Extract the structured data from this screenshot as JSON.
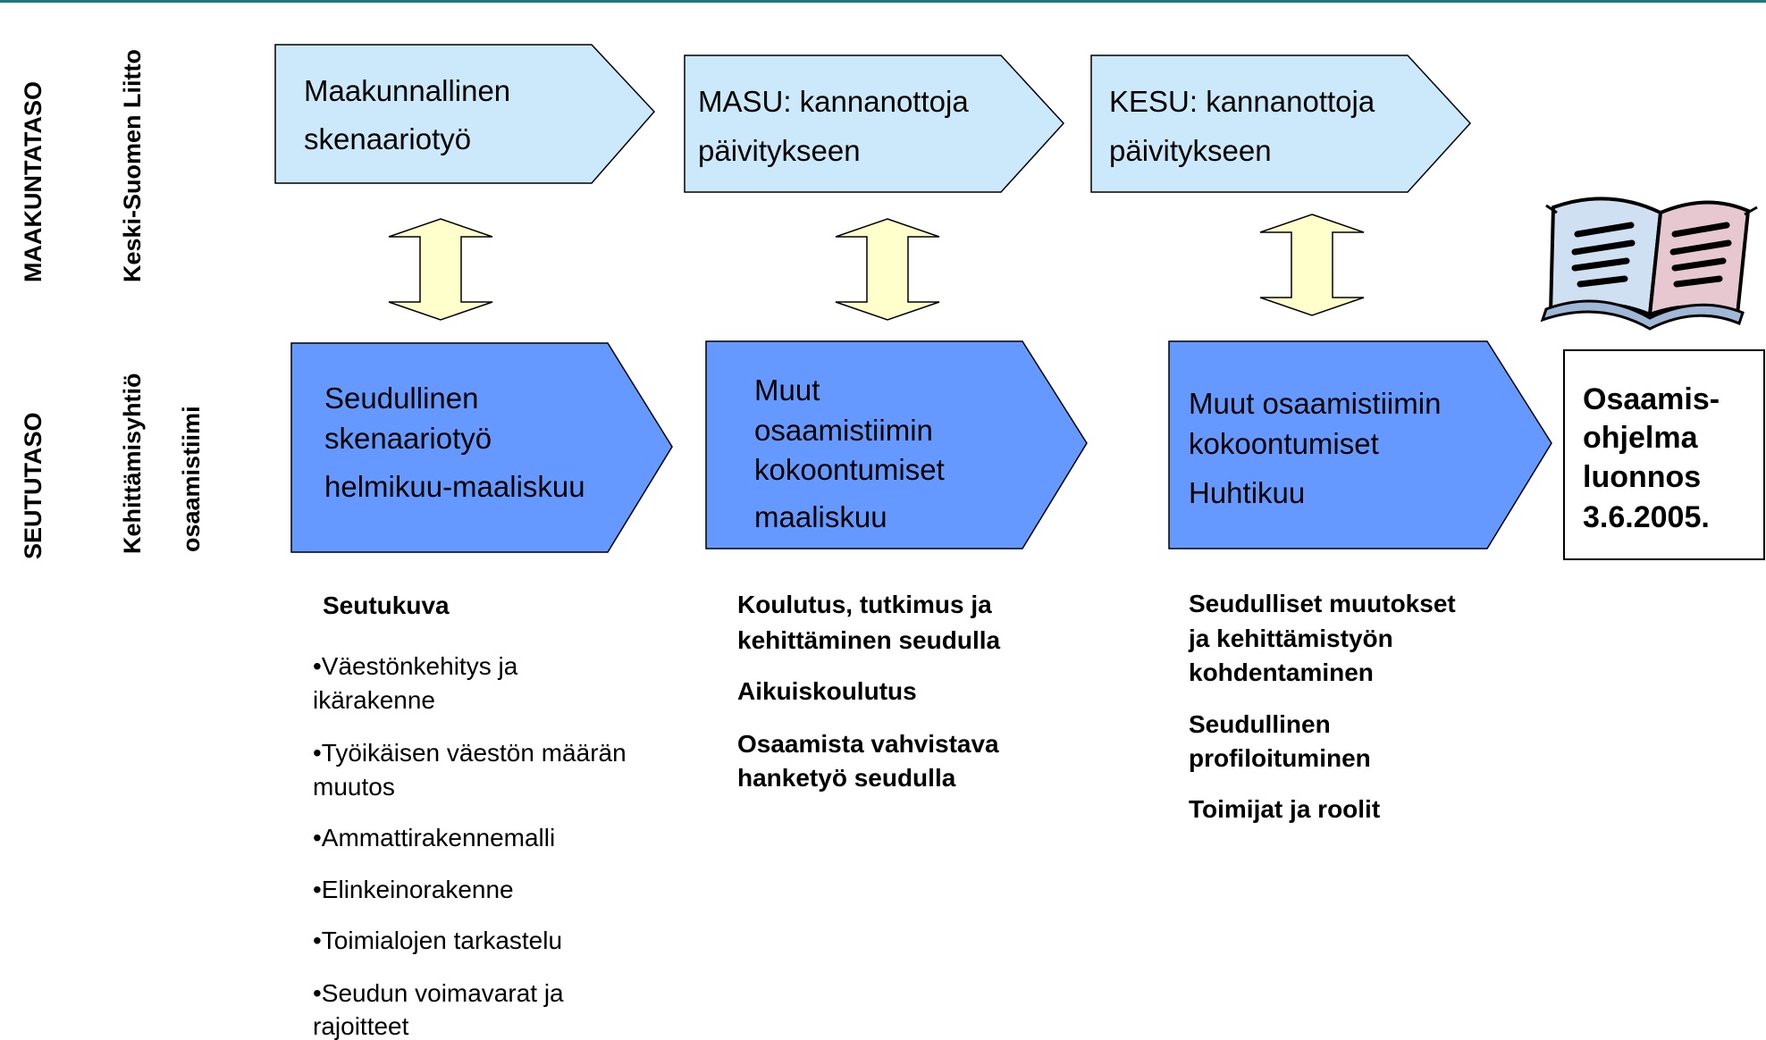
{
  "colors": {
    "light_box": "#cce9fb",
    "dark_box": "#6699ff",
    "arrow_fill": "#ffffcc",
    "top_line": "#1a7a80",
    "outline": "#000000"
  },
  "levels": {
    "maakuntataso": "MAAKUNTATASO",
    "keski_suomen_liitto": "Keski-Suomen Liitto",
    "seututaso": "SEUTUTASO",
    "kehittamisyhtio": "Kehittämisyhtiö",
    "osaamistiimi": "osaamistiimi"
  },
  "top_row": [
    {
      "lines": [
        "Maakunnallinen",
        "skenaariotyö"
      ]
    },
    {
      "lines": [
        "MASU: kannanottoja",
        "päivitykseen"
      ]
    },
    {
      "lines": [
        "KESU: kannanottoja",
        "päivitykseen"
      ]
    }
  ],
  "bottom_row": [
    {
      "lines": [
        "Seudullinen",
        "skenaariotyö",
        "helmikuu-maaliskuu"
      ]
    },
    {
      "lines": [
        "Muut",
        "osaamistiimin",
        "kokoontumiset",
        "maaliskuu"
      ]
    },
    {
      "lines": [
        "Muut osaamistiimin",
        "kokoontumiset",
        "Huhtikuu"
      ]
    }
  ],
  "final_box": {
    "lines": [
      "Osaamis-",
      "ohjelma",
      "luonnos",
      "3.6.2005."
    ]
  },
  "book_icon": "open-book-icon",
  "column1": {
    "heading": "Seutukuva",
    "items": [
      [
        "•Väestönkehitys ja",
        "ikärakenne"
      ],
      [
        "•Työikäisen väestön määrän",
        "muutos"
      ],
      [
        "•Ammattirakennemalli"
      ],
      [
        "•Elinkeinorakenne"
      ],
      [
        "•Toimialojen tarkastelu"
      ],
      [
        "•Seudun voimavarat ja",
        "rajoitteet"
      ]
    ]
  },
  "column2": {
    "items": [
      [
        "Koulutus, tutkimus ja",
        "kehittäminen seudulla"
      ],
      [
        "Aikuiskoulutus"
      ],
      [
        "Osaamista vahvistava",
        "hanketyö seudulla"
      ]
    ]
  },
  "column3": {
    "items": [
      [
        "Seudulliset muutokset",
        "ja kehittämistyön",
        "kohdentaminen"
      ],
      [
        "Seudullinen",
        "profiloituminen"
      ],
      [
        "Toimijat ja roolit"
      ]
    ]
  }
}
